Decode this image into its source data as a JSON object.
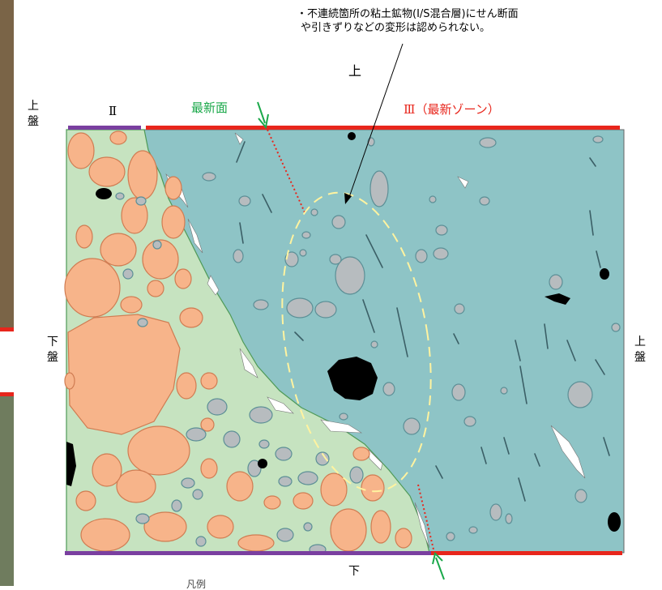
{
  "annotation": {
    "line1": "・不連続箇所の粘土鉱物(I/S混合層)にせん断面",
    "line2": "や引きずりなどの変形は認められない。"
  },
  "labels": {
    "top": "上",
    "bottom": "下",
    "zone_ii": "Ⅱ",
    "newest_surface": "最新面",
    "zone_iii_roman": "Ⅲ",
    "zone_iii_text": "（最新ゾーン）",
    "left_upper": [
      "上",
      "盤"
    ],
    "left_lower": [
      "下",
      "盤"
    ],
    "right_upper": [
      "上",
      "盤"
    ],
    "legend_stub": "凡例"
  },
  "colors": {
    "zone_ii_matrix": "#c6e3c0",
    "zone_iii_matrix": "#8ec4c6",
    "clast_orange": "#f7b48a",
    "clast_orange_edge": "#d07c52",
    "clast_grey": "#b7bcbf",
    "clast_grey_edge": "#5c8f96",
    "void_white": "#ffffff",
    "opaque_black": "#000000",
    "bar_purple": "#7a3fa0",
    "bar_red": "#e8261c",
    "arrow_green": "#1aa84a",
    "dashed_ellipse": "#fff3a0",
    "newest_surface_dots": "#e8261c",
    "edge_ochre": "#8a6a3a"
  }
}
